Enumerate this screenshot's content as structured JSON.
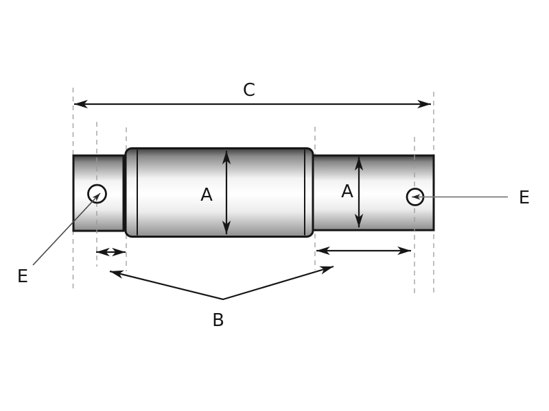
{
  "drawing": {
    "background_color": "#ffffff",
    "outline_color": "#161616",
    "extension_line_color": "#9a9a9a",
    "leader_line_color": "#6e6e6e",
    "metal_shading": {
      "top_edge": "#3c3c3c",
      "upper": "#8a8a8a",
      "highlight": "#ffffff",
      "lower": "#ececec",
      "bottom_edge": "#8d8d8d"
    },
    "labels": {
      "length_c": "C",
      "diameter_a_center": "A",
      "diameter_a_right": "A",
      "offset_b": "B",
      "hole_e_left": "E",
      "hole_e_right": "E"
    }
  }
}
